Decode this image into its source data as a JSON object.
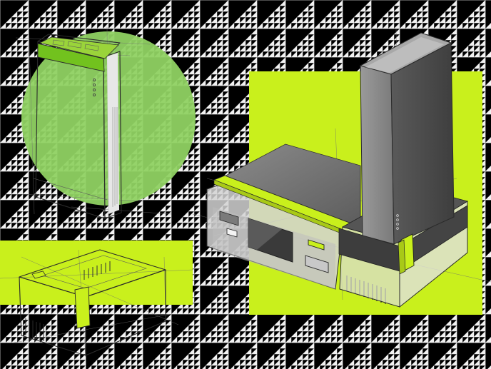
{
  "colors": {
    "background": "#f1f1f1",
    "accent_lime": "#c9f01c",
    "accent_green_circle": "#8fd162",
    "accent_green_band": "#72c21e",
    "device_dark": "#4a4a4a",
    "device_gray": "#7d7d7d",
    "line": "#2a2a2a"
  },
  "illustration": {
    "items": [
      {
        "name": "power-bank-sketch",
        "backdrop": "green-circle"
      },
      {
        "name": "tray-dock-sketch",
        "backdrop": "lime-band"
      },
      {
        "name": "tower-dock-render",
        "backdrop": "lime-panel"
      }
    ]
  }
}
